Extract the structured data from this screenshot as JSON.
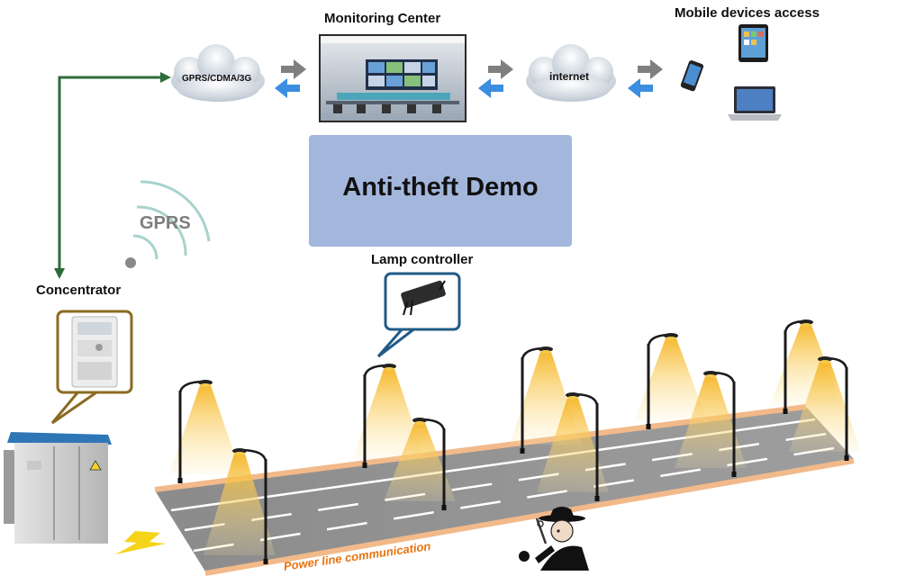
{
  "labels": {
    "monitoring_center": "Monitoring Center",
    "mobile_access": "Mobile devices access",
    "cloud_network": "GPRS/CDMA/3G",
    "cloud_internet": "internet",
    "gprs": "GPRS",
    "concentrator": "Concentrator",
    "lamp_controller": "Lamp controller",
    "plc": "Power line communication"
  },
  "demo": {
    "title": "Anti-theft Demo"
  },
  "colors": {
    "link_line": "#2e6b3a",
    "arrow_gray": "#7f7f7f",
    "arrow_blue": "#3b8ee0",
    "demo_box": "#a3b6dc",
    "cable": "#f2b98a",
    "plc_text": "#e8730f",
    "lamp_glow": "#f5c84a"
  },
  "icons": [
    "cloud-icon",
    "monitoring-room-icon",
    "tablet-icon",
    "phone-icon",
    "laptop-icon",
    "wifi-signal-icon",
    "concentrator-meter-icon",
    "lamp-controller-icon",
    "transformer-cabinet-icon",
    "lightning-icon",
    "street-lamp-icon",
    "thief-icon"
  ]
}
